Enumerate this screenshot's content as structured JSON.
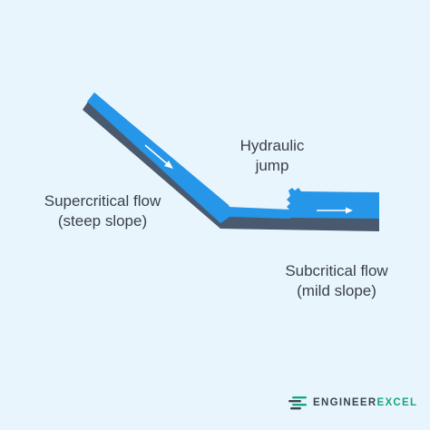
{
  "diagram": {
    "labels": {
      "hydraulic_jump": [
        "Hydraulic",
        "jump"
      ],
      "supercritical": [
        "Supercritical flow",
        "(steep slope)"
      ],
      "subcritical": [
        "Subcritical flow",
        "(mild slope)"
      ]
    },
    "colors": {
      "background": "#e9f5fd",
      "water": "#2596e8",
      "channel_bed": "#4a5a6e",
      "arrow": "#ffffff",
      "text": "#3a3f47"
    }
  },
  "logo": {
    "text_dark": "ENGINEER",
    "text_green": "EXCEL",
    "icon": "speed-lines-icon",
    "colors": {
      "dark": "#3b4350",
      "green": "#16a77a"
    }
  }
}
